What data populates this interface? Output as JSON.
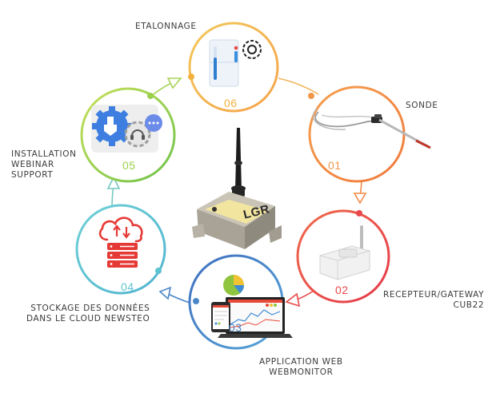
{
  "steps": [
    {
      "number": "01",
      "label": "SONDE",
      "color": "#f0964a"
    },
    {
      "number": "02",
      "label": "RECEPTEUR/GATEWAY\nCUB22",
      "color": "#e8484a"
    },
    {
      "number": "03",
      "label": "APPLICATION WEB\nWEBMONITOR",
      "color": "#4a86c8"
    },
    {
      "number": "04",
      "label": "STOCKAGE DES DONNÉES\nDANS LE CLOUD NEWSTEO",
      "color": "#5ec3cf"
    },
    {
      "number": "05",
      "label": "INSTALLATION\nWEBINAR\nSUPPORT",
      "color": "#9bd04d"
    },
    {
      "number": "06",
      "label": "ETALONNAGE",
      "color": "#f2b13e"
    }
  ],
  "center_device": {
    "brand_text": "LGR"
  }
}
